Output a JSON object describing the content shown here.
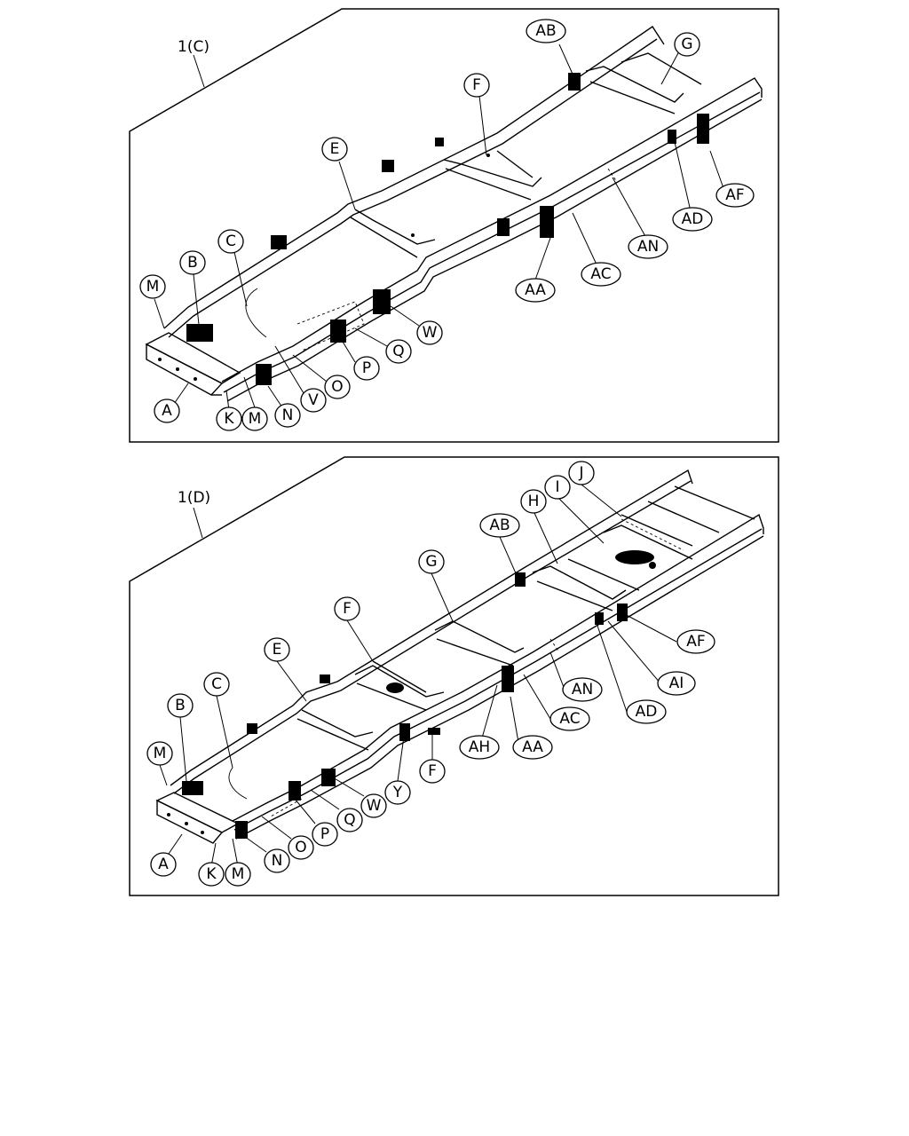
{
  "figures": [
    {
      "id": "1(C)",
      "title": "1(C)",
      "callouts": [
        "AB",
        "G",
        "F",
        "E",
        "AF",
        "AD",
        "AN",
        "C",
        "B",
        "AC",
        "AA",
        "M",
        "W",
        "Q",
        "P",
        "O",
        "V",
        "A",
        "K",
        "M",
        "N"
      ]
    },
    {
      "id": "1(D)",
      "title": "1(D)",
      "callouts": [
        "J",
        "I",
        "H",
        "AB",
        "G",
        "F",
        "AF",
        "E",
        "AI",
        "AN",
        "C",
        "AD",
        "B",
        "AC",
        "AH",
        "AA",
        "M",
        "F",
        "Y",
        "W",
        "Q",
        "P",
        "O",
        "N",
        "A",
        "K",
        "M"
      ]
    }
  ]
}
